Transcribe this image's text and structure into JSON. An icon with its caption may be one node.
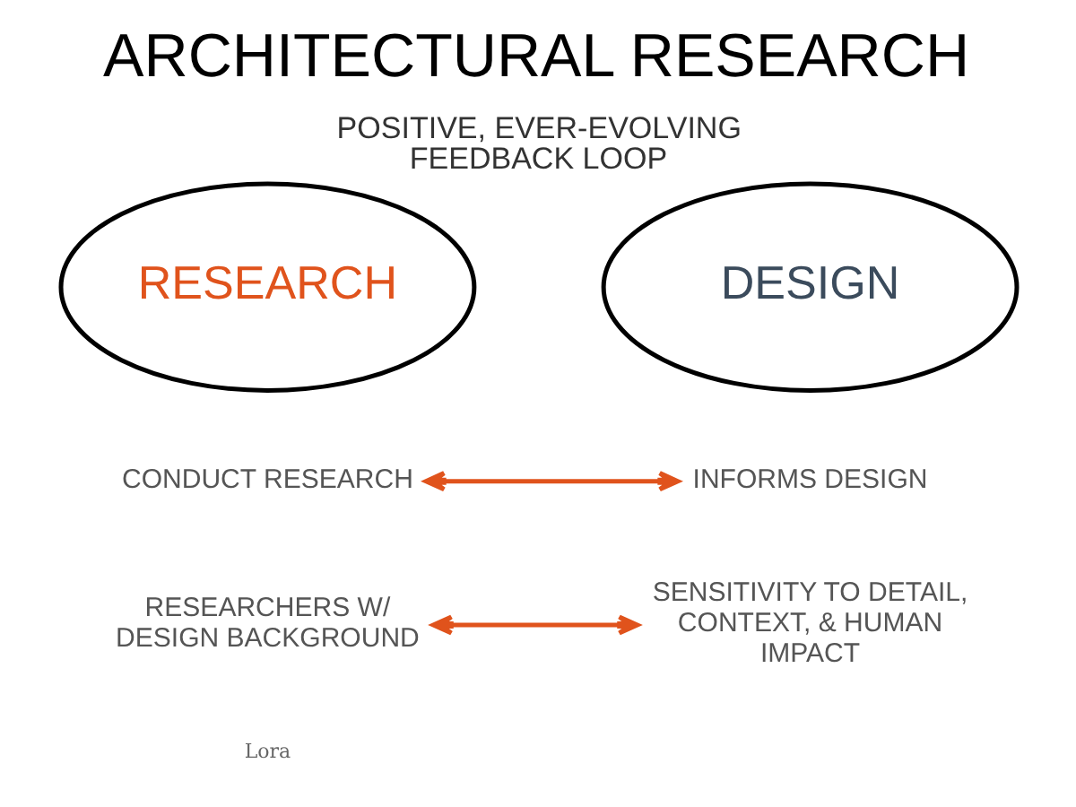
{
  "diagram": {
    "title": "ARCHITECTURAL RESEARCH",
    "caption": "POSITIVE, EVER-EVOLVING FEEDBACK LOOP",
    "nodes": [
      {
        "text": [
          "RESEARCH"
        ]
      },
      {
        "text": [
          "DESIGN"
        ]
      },
      {
        "text": [
          "CONDUCT RESEARCH"
        ]
      },
      {
        "text": [
          "INFORMS DESIGN"
        ]
      },
      {
        "text": [
          "RESEARCHERS W/ DESIGN BACKGROUND"
        ]
      },
      {
        "text": [
          "SENSITIVITY TO DETAIL, CONTEXT, & HUMAN IMPACT"
        ]
      }
    ],
    "edges": [
      {
        "from": 2,
        "to": 3,
        "arrow": "both"
      },
      {
        "from": 4,
        "to": 5,
        "arrow": "both"
      }
    ],
    "labels": [
      "Lora"
    ]
  }
}
